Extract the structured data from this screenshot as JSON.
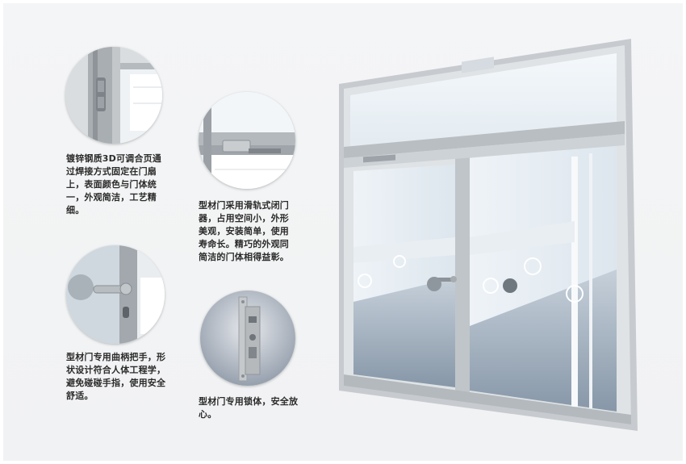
{
  "features": [
    {
      "icon": "hinge-closeup-image",
      "caption": "镀锌钢质3D可调合页通过焊接方式固定在门扇上，表面颜色与门体统一，外观简洁，工艺精细。"
    },
    {
      "icon": "door-closer-closeup-image",
      "caption": "型材门采用滑轨式闭门器，占用空间小，外形美观，安装简单，使用寿命长。精巧的外观同简洁的门体相得益彰。"
    },
    {
      "icon": "lever-handle-closeup-image",
      "caption": "型材门专用曲柄把手，形状设计符合人体工程学，避免碰碰手指，使用安全舒适。"
    },
    {
      "icon": "lock-body-closeup-image",
      "caption": "型材门专用锁体，安全放心。"
    }
  ],
  "hero": {
    "icon": "aluminum-glass-double-door-image"
  },
  "colors": {
    "background": "#f1f2f3",
    "frame": "#c8ccd0",
    "text": "#2b2b2b"
  }
}
